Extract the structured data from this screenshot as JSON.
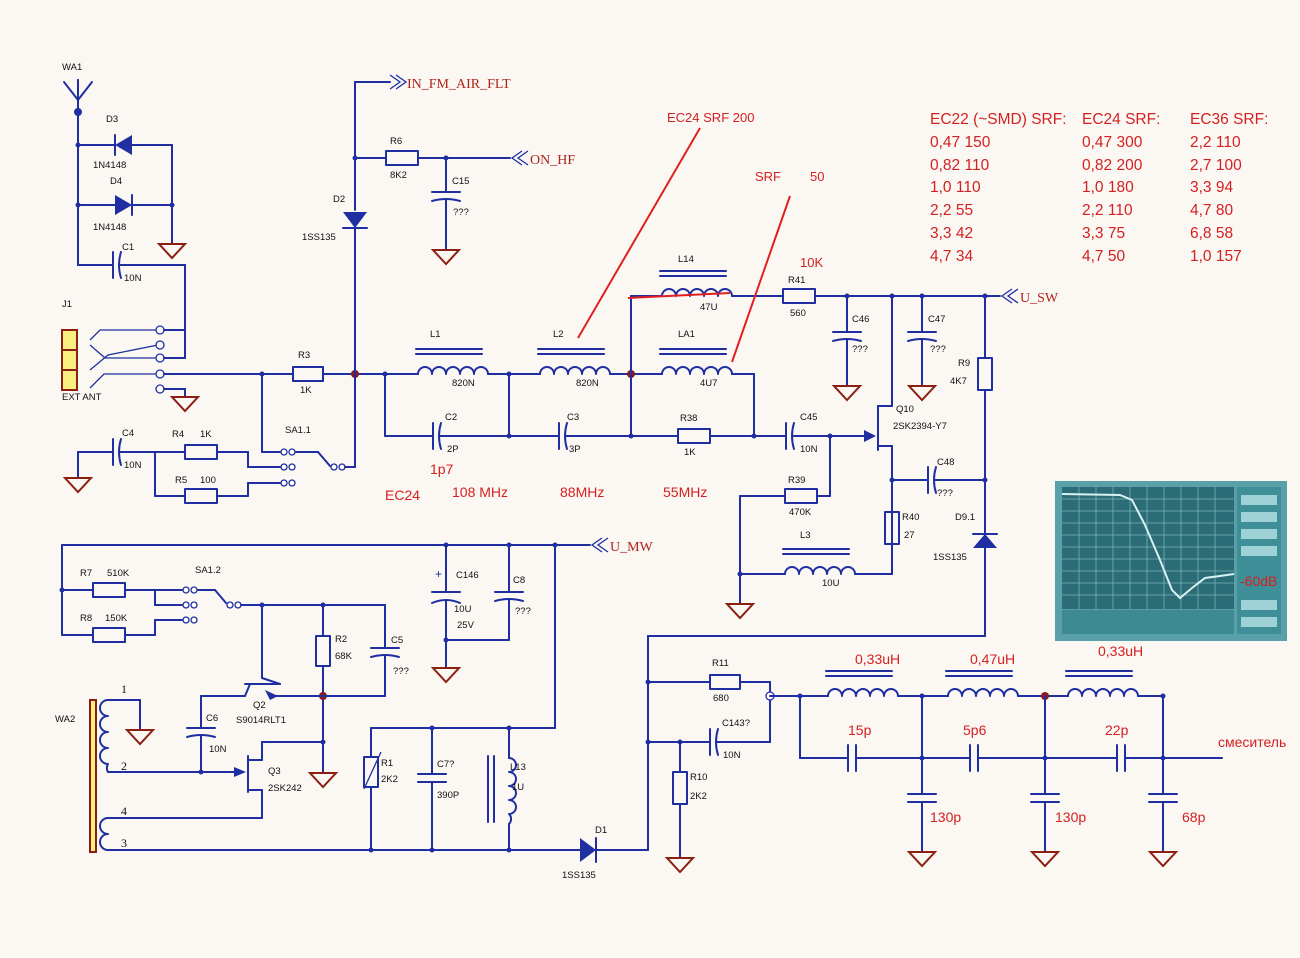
{
  "nets": {
    "in_fm": "IN_FM_AIR_FLT",
    "on_hf": "ON_HF",
    "u_sw": "U_SW",
    "u_mw": "U_MW"
  },
  "components": {
    "WA1": "WA1",
    "D3": "D3",
    "D3v": "1N4148",
    "D4": "D4",
    "D4v": "1N4148",
    "C1": "C1",
    "C1v": "10N",
    "J1": "J1",
    "J1v": "EXT ANT",
    "C4": "C4",
    "C4v": "10N",
    "R4": "R4",
    "R4v": "1K",
    "R5": "R5",
    "R5v": "100",
    "R3": "R3",
    "R3v": "1K",
    "SA11": "SA1.1",
    "D2": "D2",
    "D2v": "1SS135",
    "R6": "R6",
    "R6v": "8K2",
    "C15": "C15",
    "C15v": "???",
    "L1": "L1",
    "L1v": "820N",
    "C2": "C2",
    "C2v": "2P",
    "L2": "L2",
    "L2v": "820N",
    "C3": "C3",
    "C3v": "3P",
    "L14": "L14",
    "L14v": "47U",
    "LA1": "LA1",
    "LA1v": "4U7",
    "R38": "R38",
    "R38v": "1K",
    "R41": "R41",
    "R41v": "560",
    "C46": "C46",
    "C46v": "???",
    "C47": "C47",
    "C47v": "???",
    "R9": "R9",
    "R9v": "4K7",
    "Q10": "Q10",
    "Q10v": "2SK2394-Y7",
    "C45": "C45",
    "C45v": "10N",
    "R39": "R39",
    "R39v": "470K",
    "C48": "C48",
    "C48v": "???",
    "R40": "R40",
    "R40v": "27",
    "D91": "D9.1",
    "D91v": "1SS135",
    "L3": "L3",
    "L3v": "10U",
    "R7": "R7",
    "R7v": "510K",
    "R8": "R8",
    "R8v": "150K",
    "SA12": "SA1.2",
    "C146": "C146",
    "C146v": "10U",
    "C146v2": "25V",
    "C8": "C8",
    "C8v": "???",
    "R2": "R2",
    "R2v": "68K",
    "C5": "C5",
    "C5v": "???",
    "Q2": "Q2",
    "Q2v": "S9014RLT1",
    "C6": "C6",
    "C6v": "10N",
    "Q3": "Q3",
    "Q3v": "2SK242",
    "WA2": "WA2",
    "R1": "R1",
    "R1v": "2K2",
    "C7": "C7?",
    "C7v": "390P",
    "L13": "L13",
    "L13v": "1U",
    "D1": "D1",
    "D1v": "1SS135",
    "R11": "R11",
    "R11v": "680",
    "C143": "C143?",
    "C143v": "10N",
    "R10": "R10",
    "R10v": "2K2"
  },
  "pins": [
    "1",
    "2",
    "4",
    "3"
  ],
  "annotations": {
    "ec24_srf200": "EC24 SRF 200",
    "srf": "SRF",
    "srf_val": "50",
    "r41_10k": "10K",
    "c2_1p7": "1p7",
    "ec24": "EC24",
    "f108": "108 MHz",
    "f88": "88MHz",
    "f55": "55MHz",
    "filter_l1": "0,33uH",
    "filter_l2": "0,47uH",
    "filter_l3": "0,33uH",
    "filter_c15": "15p",
    "filter_c56": "5p6",
    "filter_c22": "22p",
    "filter_130a": "130p",
    "filter_130b": "130p",
    "filter_68": "68p",
    "mixer": "смеситель",
    "minus60": "-60dB"
  },
  "srf_table": {
    "headers": [
      "EC22 (~SMD) SRF:",
      "EC24 SRF:",
      "EC36 SRF:"
    ],
    "rows": [
      [
        "0,47 150",
        "0,47 300",
        "2,2 110"
      ],
      [
        "0,82 110",
        "0,82 200",
        "2,7 100"
      ],
      [
        "1,0 110",
        "1,0 180",
        "3,3 94"
      ],
      [
        "2,2 55",
        "2,2 110",
        "4,7 80"
      ],
      [
        "3,3 42",
        "3,3 75",
        "6,8 58"
      ],
      [
        "4,7 34",
        "4,7 50",
        "1,0 157"
      ]
    ]
  },
  "colors": {
    "wire": "#1f2ea0",
    "annotation": "#d42020",
    "net_label": "#b0231a",
    "ground": "#8a1f12",
    "junction": "#8b1a1a"
  }
}
